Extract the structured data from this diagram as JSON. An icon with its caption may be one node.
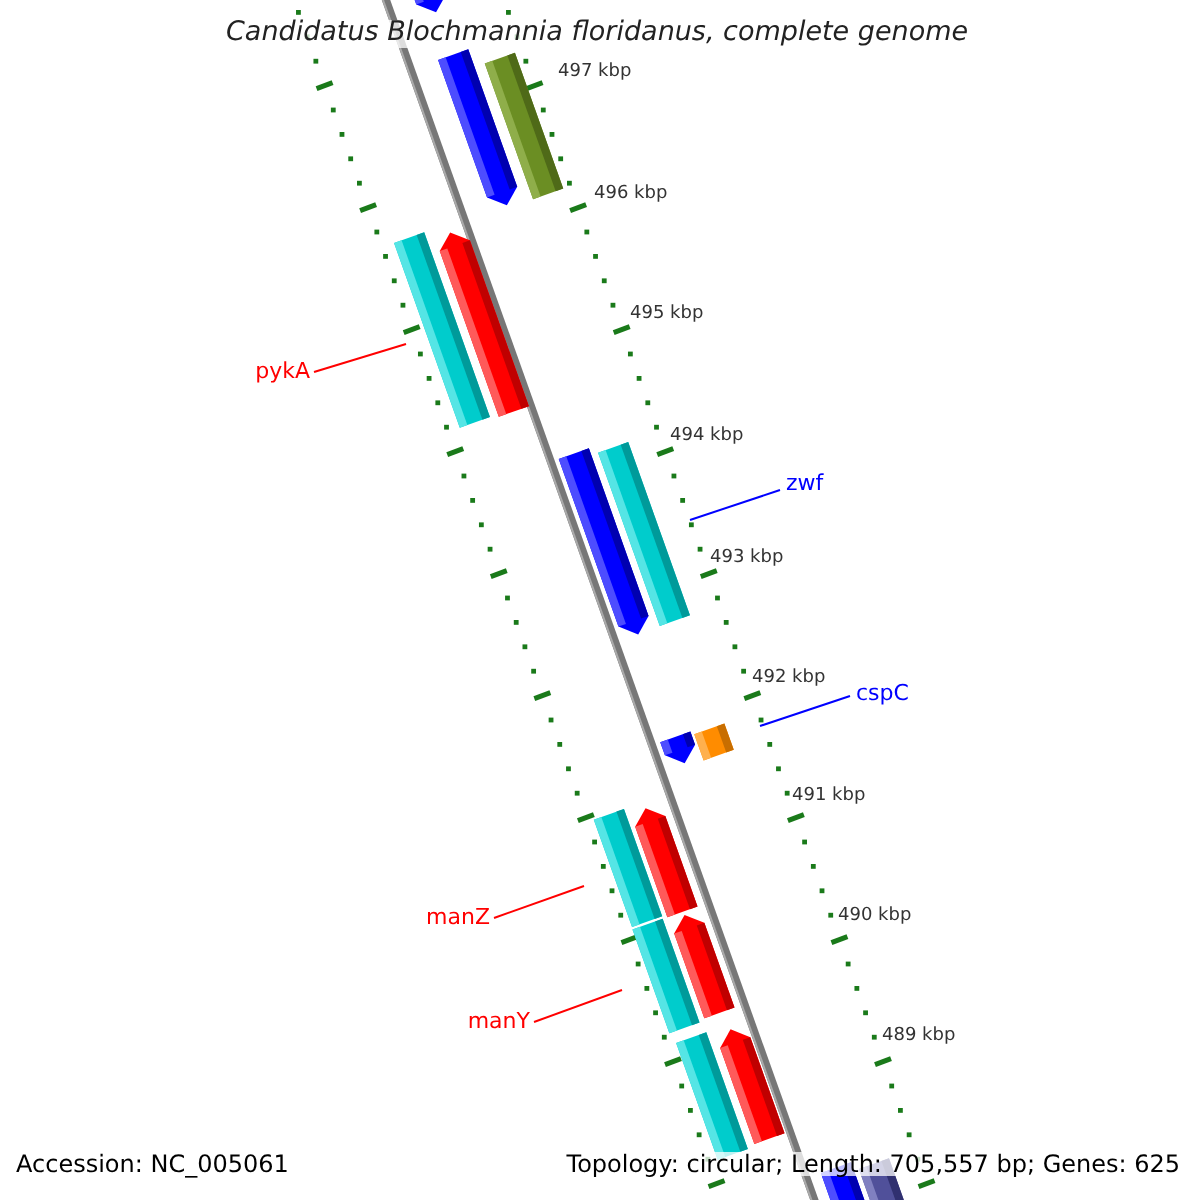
{
  "diagram": {
    "title": "Candidatus Blochmannia floridanus, complete genome",
    "nodes": [
      {
        "text": [],
        "shape": "bar"
      },
      {
        "text": [],
        "shape": "bar"
      },
      {
        "text": [],
        "shape": "bar"
      },
      {
        "text": [
          "pykA"
        ]
      },
      {
        "text": [],
        "shape": "bar"
      },
      {
        "text": [],
        "shape": "bar"
      },
      {
        "text": [],
        "shape": "bar"
      },
      {
        "text": [],
        "shape": "bar"
      },
      {
        "text": [
          "zwf"
        ]
      },
      {
        "text": [
          "cspC"
        ]
      },
      {
        "text": [],
        "shape": "bar"
      },
      {
        "text": [],
        "shape": "bar"
      },
      {
        "text": [
          "manZ"
        ]
      },
      {
        "text": [],
        "shape": "bar"
      },
      {
        "text": [],
        "shape": "bar"
      },
      {
        "text": [
          "manY"
        ]
      },
      {
        "text": [],
        "shape": "bar"
      },
      {
        "text": [],
        "shape": "bar"
      },
      {
        "text": [],
        "shape": "bar"
      },
      {
        "text": [],
        "shape": "bar"
      },
      {
        "text": [],
        "shape": "bar"
      },
      {
        "text": [],
        "shape": "bar"
      }
    ],
    "edges": [
      {
        "from": 3,
        "to": 4,
        "arrow": "none"
      },
      {
        "from": 8,
        "to": 7,
        "arrow": "none",
        "color": "#0000ff"
      },
      {
        "from": 9,
        "to": 11,
        "arrow": "none",
        "color": "#0000ff"
      },
      {
        "from": 12,
        "to": 13,
        "arrow": "none"
      },
      {
        "from": 15,
        "to": 16,
        "arrow": "none"
      }
    ],
    "labels": [
      "497 kbp",
      "496 kbp",
      "495 kbp",
      "494 kbp",
      "493 kbp",
      "492 kbp",
      "491 kbp",
      "490 kbp",
      "489 kbp",
      "Accession: NC_005061",
      "Topology: circular; Length: 705,557 bp; Genes: 625"
    ]
  }
}
